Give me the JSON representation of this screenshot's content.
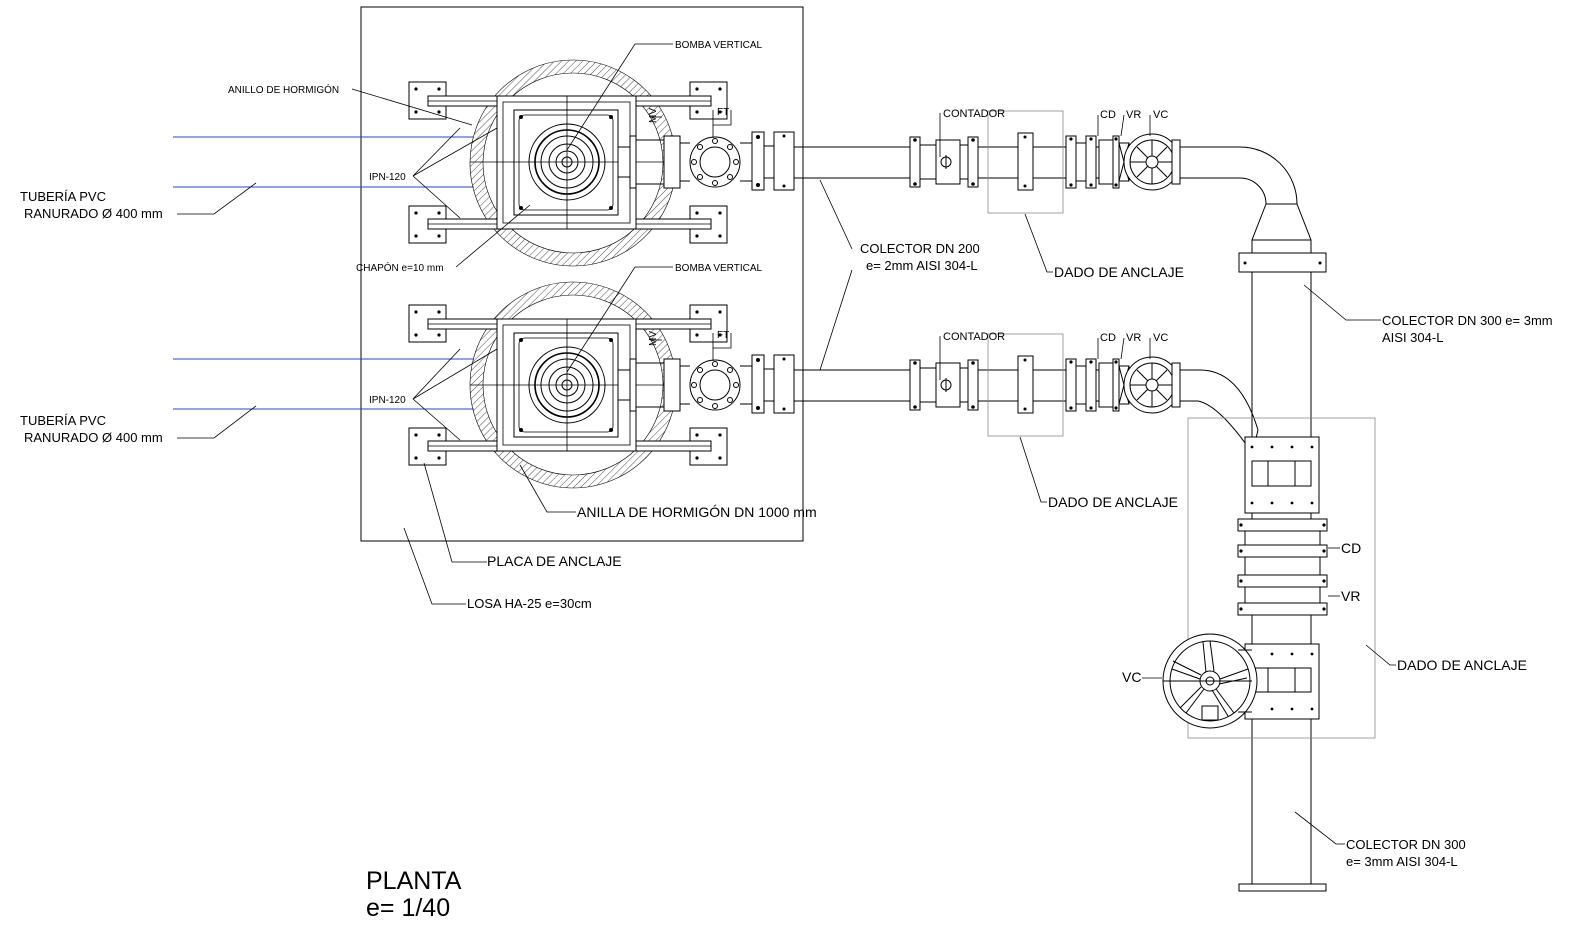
{
  "labels": {
    "bomba_vertical": "BOMBA VERTICAL",
    "anillo_hormigon": "ANILLO DE HORMIGÓN",
    "ipn": "IPN-120",
    "chapon": "CHAPÓN e=10 mm",
    "tuberia_l1": "TUBERÍA PVC",
    "tuberia_l2": "RANURADO Ø 400 mm",
    "ft": "FT",
    "mv": "MV",
    "contador": "CONTADOR",
    "cd": "CD",
    "vr": "VR",
    "vc": "VC",
    "dado": "DADO DE ANCLAJE",
    "colector200_l1": "COLECTOR DN 200",
    "colector200_l2": "e= 2mm AISI 304-L",
    "colector300a_l1": "COLECTOR DN 300 e= 3mm",
    "colector300a_l2": "AISI 304-L",
    "colector300b_l1": "COLECTOR DN 300",
    "colector300b_l2": "e= 3mm AISI 304-L",
    "anilla_dn1000": "ANILLA DE HORMIGÓN DN 1000 mm",
    "placa_anclaje": "PLACA DE ANCLAJE",
    "losa": "LOSA HA-25 e=30cm"
  },
  "title": {
    "main": "PLANTA",
    "scale": "e= 1/40"
  },
  "colors": {
    "line": "#000000",
    "pvc_pipe": "#2a46c8",
    "frame": "#8a8a8a"
  }
}
